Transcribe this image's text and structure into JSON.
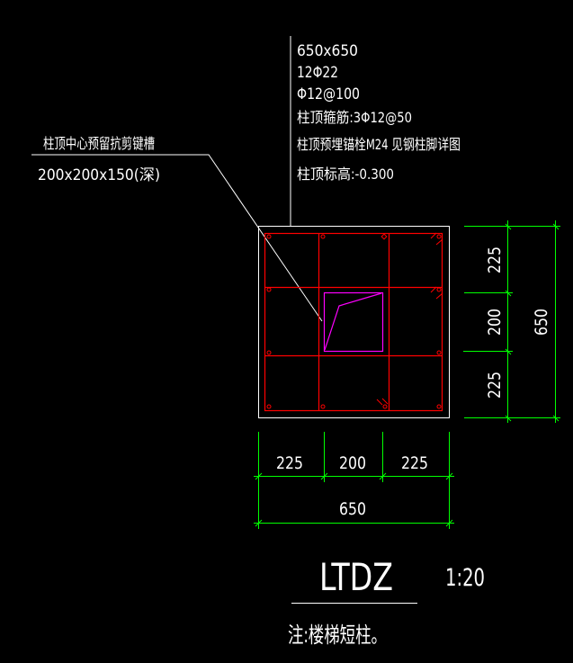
{
  "colors": {
    "background": "#000000",
    "outline": "#ffffff",
    "rebar": "#ff0000",
    "shear_key": "#ff00ff",
    "dimension": "#00ff00",
    "text": "#ffffff"
  },
  "spec_notes": {
    "size": "650x650",
    "main_bars": "12Φ22",
    "stirrups": "Φ12@100",
    "top_stirrups": "柱顶箍筋:3Φ12@50",
    "anchor_bolts": "柱顶预埋锚栓M24 见钢柱脚详图",
    "top_elevation": "柱顶标高:-0.300"
  },
  "callout": {
    "title": "柱顶中心预留抗剪键槽",
    "size": "200x200x150(深)"
  },
  "dimensions": {
    "horizontal_segments": [
      "225",
      "200",
      "225"
    ],
    "horizontal_total": "650",
    "vertical_segments": [
      "225",
      "200",
      "225"
    ],
    "vertical_total": "650"
  },
  "title_block": {
    "label": "LTDZ",
    "scale": "1:20",
    "note": "注:楼梯短柱。"
  }
}
